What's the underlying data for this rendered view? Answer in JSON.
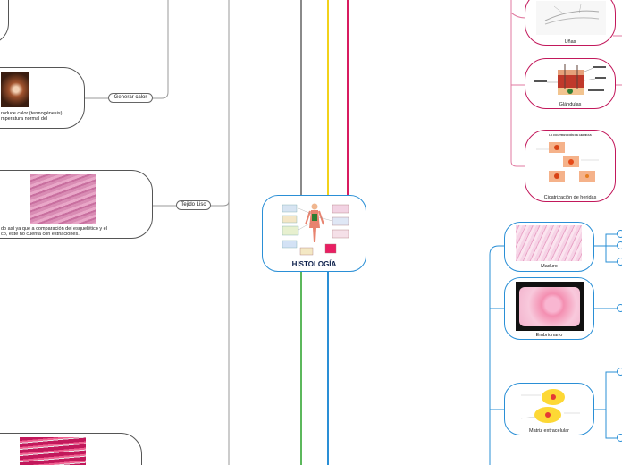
{
  "central": {
    "title": "HISTOLOGÍA"
  },
  "left_nodes": {
    "generar_calor": {
      "label": "Generar calor",
      "text_line1": "roduce calor (termogénesis),",
      "text_line2": "mperatura normal del"
    },
    "tejido_liso": {
      "label": "Tejido Liso",
      "text_line1": "do así ya que a comparación del esquelético y el",
      "text_line2": "co, este no cuenta con estriaciones."
    }
  },
  "right_nodes": {
    "unas": "Uñas",
    "glandulas": "Glándulas",
    "cicatrizacion": "Cicatrización de heridas",
    "cicatrizacion_img_title": "LA CICATRIZACIÓN DE HERIDAS",
    "maduro": "Maduro",
    "embrionario": "Embrionario",
    "matriz": "Matriz extracelular"
  },
  "colors": {
    "branch_gray": "#8a8a8a",
    "branch_yellow": "#f2d21b",
    "branch_magenta": "#d81b60",
    "branch_green": "#5cb85c",
    "branch_blue": "#2a8fd6"
  }
}
